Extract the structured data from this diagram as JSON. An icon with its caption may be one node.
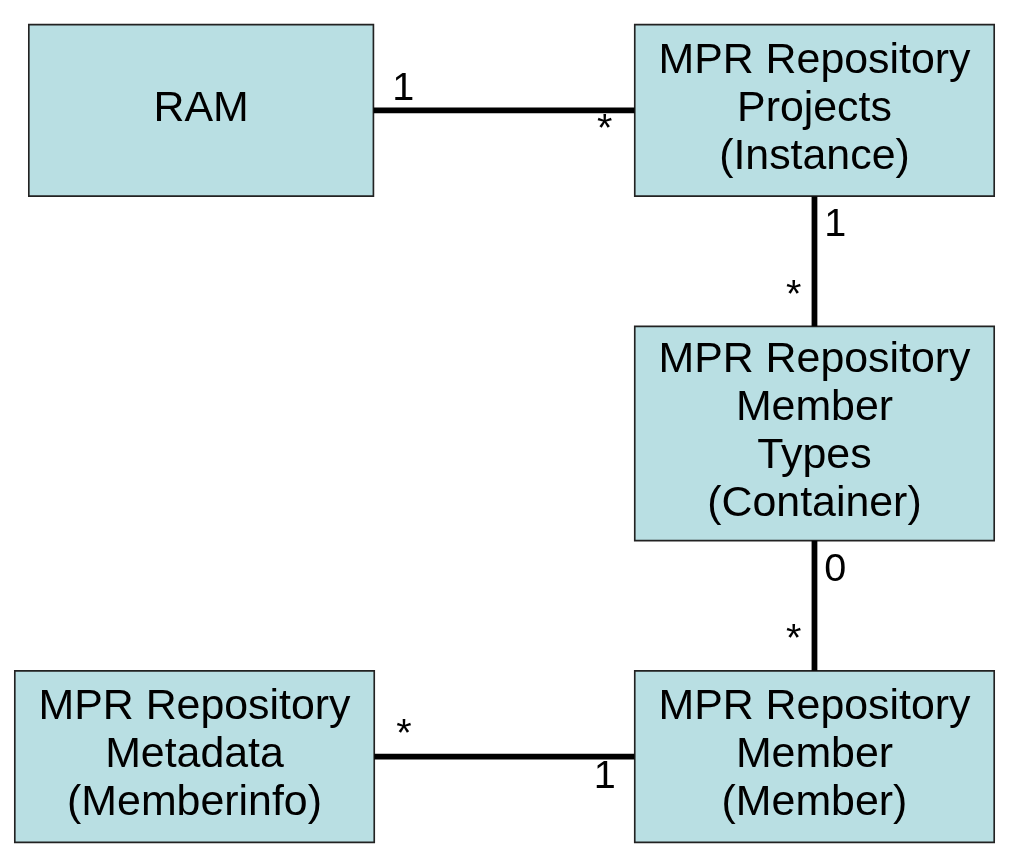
{
  "diagram": {
    "nodes": [
      {
        "text": [
          "RAM"
        ]
      },
      {
        "text": [
          "MPR Repository Projects (Instance)"
        ]
      },
      {
        "text": [
          "MPR Repository Member Types (Container)"
        ]
      },
      {
        "text": [
          "MPR Repository Metadata (Memberinfo)"
        ]
      },
      {
        "text": [
          "MPR Repository Member (Member)"
        ]
      }
    ],
    "edges": [
      {
        "from": 0,
        "to": 1,
        "arrow": "none"
      },
      {
        "from": 1,
        "to": 2,
        "arrow": "none"
      },
      {
        "from": 2,
        "to": 4,
        "arrow": "none"
      },
      {
        "from": 3,
        "to": 4,
        "arrow": "none"
      }
    ],
    "labels": [
      "1",
      "*",
      "1",
      "*",
      "0",
      "*",
      "*",
      "1"
    ]
  }
}
